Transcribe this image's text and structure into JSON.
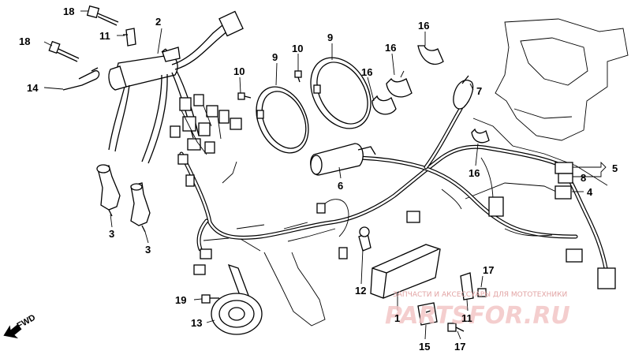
{
  "labels": [
    {
      "key": "l18a",
      "text": "18"
    },
    {
      "key": "l2",
      "text": "2"
    },
    {
      "key": "l11a",
      "text": "11"
    },
    {
      "key": "l18b",
      "text": "18"
    },
    {
      "key": "l14",
      "text": "14"
    },
    {
      "key": "l10a",
      "text": "10"
    },
    {
      "key": "l9a",
      "text": "9"
    },
    {
      "key": "l10b",
      "text": "10"
    },
    {
      "key": "l9b",
      "text": "9"
    },
    {
      "key": "l16a",
      "text": "16"
    },
    {
      "key": "l16b",
      "text": "16"
    },
    {
      "key": "l16c",
      "text": "16"
    },
    {
      "key": "l7",
      "text": "7"
    },
    {
      "key": "l6",
      "text": "6"
    },
    {
      "key": "l16d",
      "text": "16"
    },
    {
      "key": "l8",
      "text": "8"
    },
    {
      "key": "l5",
      "text": "5"
    },
    {
      "key": "l4",
      "text": "4"
    },
    {
      "key": "l3a",
      "text": "3"
    },
    {
      "key": "l3b",
      "text": "3"
    },
    {
      "key": "l12",
      "text": "12"
    },
    {
      "key": "l17a",
      "text": "17"
    },
    {
      "key": "l19",
      "text": "19"
    },
    {
      "key": "l13",
      "text": "13"
    },
    {
      "key": "l1",
      "text": "1"
    },
    {
      "key": "l11b",
      "text": "11"
    },
    {
      "key": "l15",
      "text": "15"
    },
    {
      "key": "l17b",
      "text": "17"
    }
  ],
  "fwd": "FWD",
  "watermark": {
    "line": "ЗАПЧАСТИ И АКСЕССУАРЫ ДЛЯ МОТОТЕХНИКИ",
    "brand": "PARTSFOR.RU"
  }
}
